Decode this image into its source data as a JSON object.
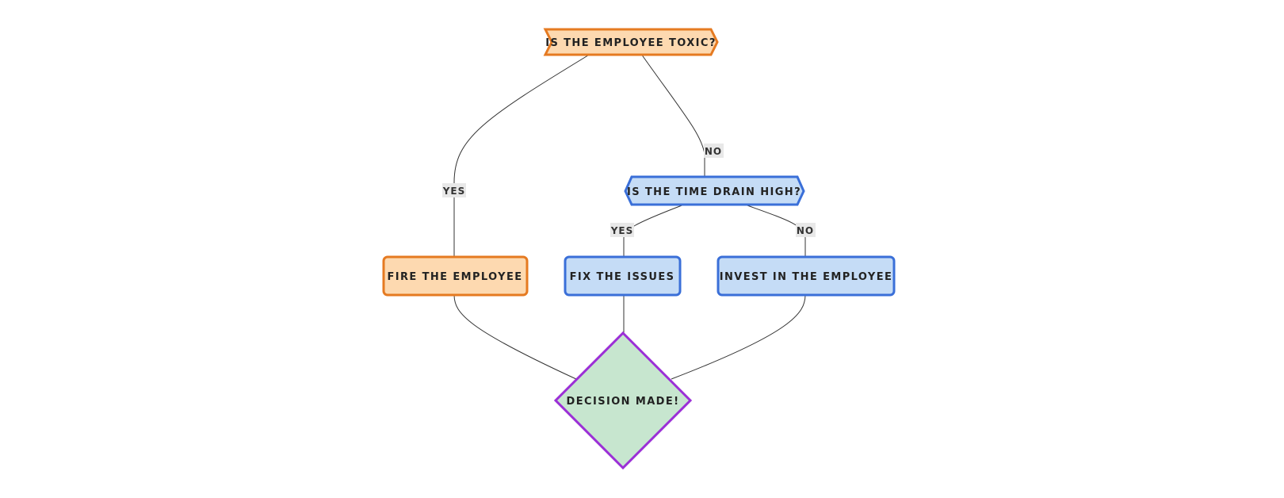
{
  "nodes": {
    "q_toxic": {
      "label": "IS THE EMPLOYEE TOXIC?",
      "shape": "hexagon",
      "fill": "#fdd9b0",
      "stroke": "#e57a21"
    },
    "q_time_drain": {
      "label": "IS THE TIME DRAIN HIGH?",
      "shape": "hexagon",
      "fill": "#c5dcf6",
      "stroke": "#3a6fd8"
    },
    "fire": {
      "label": "FIRE THE EMPLOYEE",
      "shape": "rounded-rect",
      "fill": "#fdd9b0",
      "stroke": "#e57a21"
    },
    "fix": {
      "label": "FIX THE ISSUES",
      "shape": "rounded-rect",
      "fill": "#c5dcf6",
      "stroke": "#3a6fd8"
    },
    "invest": {
      "label": "INVEST IN THE EMPLOYEE",
      "shape": "rounded-rect",
      "fill": "#c5dcf6",
      "stroke": "#3a6fd8"
    },
    "decision": {
      "label": "DECISION MADE!",
      "shape": "diamond",
      "fill": "#c7e6cf",
      "stroke": "#9b2fd6"
    }
  },
  "edges": [
    {
      "from": "q_toxic",
      "to": "fire",
      "label": "YES"
    },
    {
      "from": "q_toxic",
      "to": "q_time_drain",
      "label": "NO"
    },
    {
      "from": "q_time_drain",
      "to": "fix",
      "label": "YES"
    },
    {
      "from": "q_time_drain",
      "to": "invest",
      "label": "NO"
    },
    {
      "from": "fire",
      "to": "decision",
      "label": ""
    },
    {
      "from": "fix",
      "to": "decision",
      "label": ""
    },
    {
      "from": "invest",
      "to": "decision",
      "label": ""
    }
  ]
}
